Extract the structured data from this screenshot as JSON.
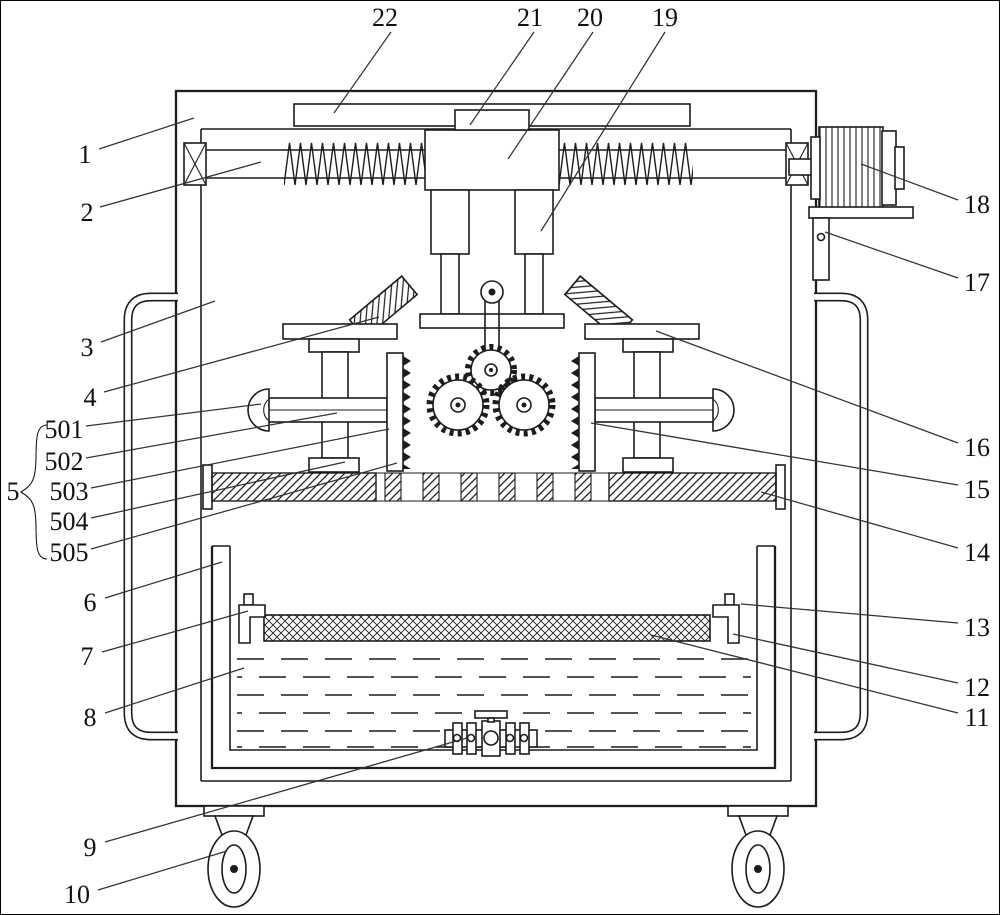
{
  "figure": {
    "background": "#ffffff",
    "line_color": "#1c1c1c",
    "kind": "patent-style mechanical line drawing with numbered callouts"
  },
  "labels": {
    "l1": "1",
    "l2": "2",
    "l3": "3",
    "l4": "4",
    "l5": "5",
    "l6": "6",
    "l7": "7",
    "l8": "8",
    "l9": "9",
    "l10": "10",
    "l11": "11",
    "l12": "12",
    "l13": "13",
    "l14": "14",
    "l15": "15",
    "l16": "16",
    "l17": "17",
    "l18": "18",
    "l19": "19",
    "l20": "20",
    "l21": "21",
    "l22": "22",
    "l501": "501",
    "l502": "502",
    "l503": "503",
    "l504": "504",
    "l505": "505"
  }
}
